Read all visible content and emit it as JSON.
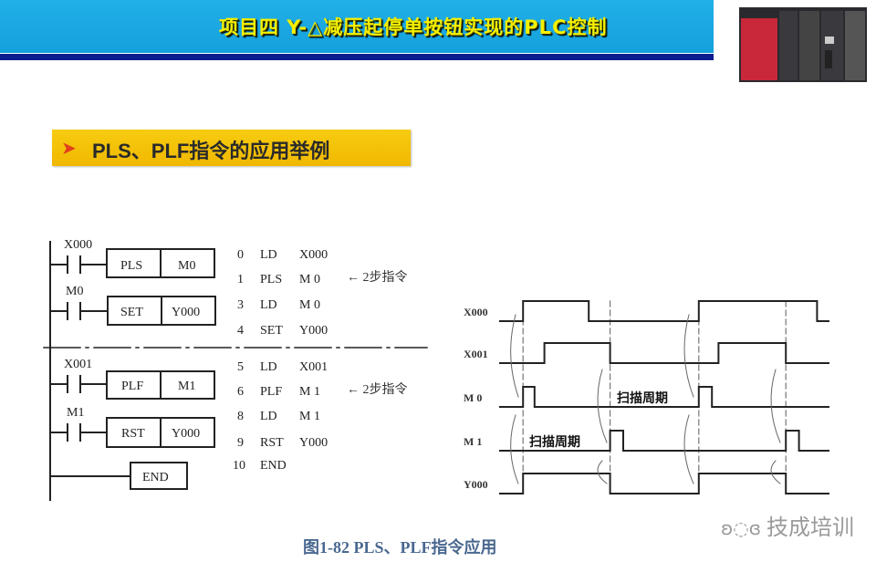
{
  "header": {
    "title": "项目四  Y-△减压起停单按钮实现的PLC控制",
    "image": "plc-hardware-image"
  },
  "section": {
    "bullet_icon": "arrow-bullet-icon",
    "bullet": "➤",
    "title": "PLS、PLF指令的应用举例"
  },
  "ladder": {
    "rungs": [
      {
        "contact": "X000",
        "instr": "PLS",
        "operand": "M0"
      },
      {
        "contact": "M0",
        "instr": "SET",
        "operand": "Y000"
      },
      {
        "contact": "X001",
        "instr": "PLF",
        "operand": "M1"
      },
      {
        "contact": "M1",
        "instr": "RST",
        "operand": "Y000"
      }
    ],
    "end": "END"
  },
  "instruction_list": [
    {
      "step": "0",
      "op": "LD",
      "arg": "X000"
    },
    {
      "step": "1",
      "op": "PLS",
      "arg": "M 0"
    },
    {
      "step": "3",
      "op": "LD",
      "arg": "M 0"
    },
    {
      "step": "4",
      "op": "SET",
      "arg": "Y000"
    },
    {
      "step": "5",
      "op": "LD",
      "arg": "X001"
    },
    {
      "step": "6",
      "op": "PLF",
      "arg": "M 1"
    },
    {
      "step": "8",
      "op": "LD",
      "arg": "M 1"
    },
    {
      "step": "9",
      "op": "RST",
      "arg": "Y000"
    },
    {
      "step": "10",
      "op": "END",
      "arg": ""
    }
  ],
  "notes": {
    "two_step_1": "← 2步指令",
    "two_step_2": "← 2步指令"
  },
  "chart_data": {
    "type": "timing",
    "time_range": [
      0,
      100
    ],
    "signals": [
      {
        "name": "X000",
        "initial": 0,
        "edges": [
          7,
          27,
          60.5,
          96.5
        ]
      },
      {
        "name": "X001",
        "initial": 0,
        "edges": [
          13.5,
          33.5,
          66.5,
          87
        ]
      },
      {
        "name": "M 0",
        "initial": 0,
        "edges": [
          7,
          10.5,
          60.5,
          64.5
        ]
      },
      {
        "name": "M 1",
        "initial": 0,
        "edges": [
          33.5,
          37.5,
          87,
          91
        ]
      },
      {
        "name": "Y000",
        "initial": 0,
        "edges": [
          7,
          33.5,
          60.5,
          87
        ]
      }
    ],
    "markers": [
      7,
      33.5,
      60.5,
      87
    ],
    "annotations": [
      "扫描周期",
      "扫描周期"
    ]
  },
  "caption": "图1-82   PLS、PLF指令应用",
  "watermark": {
    "icon": "wechat-icon",
    "text": "技成培训"
  }
}
